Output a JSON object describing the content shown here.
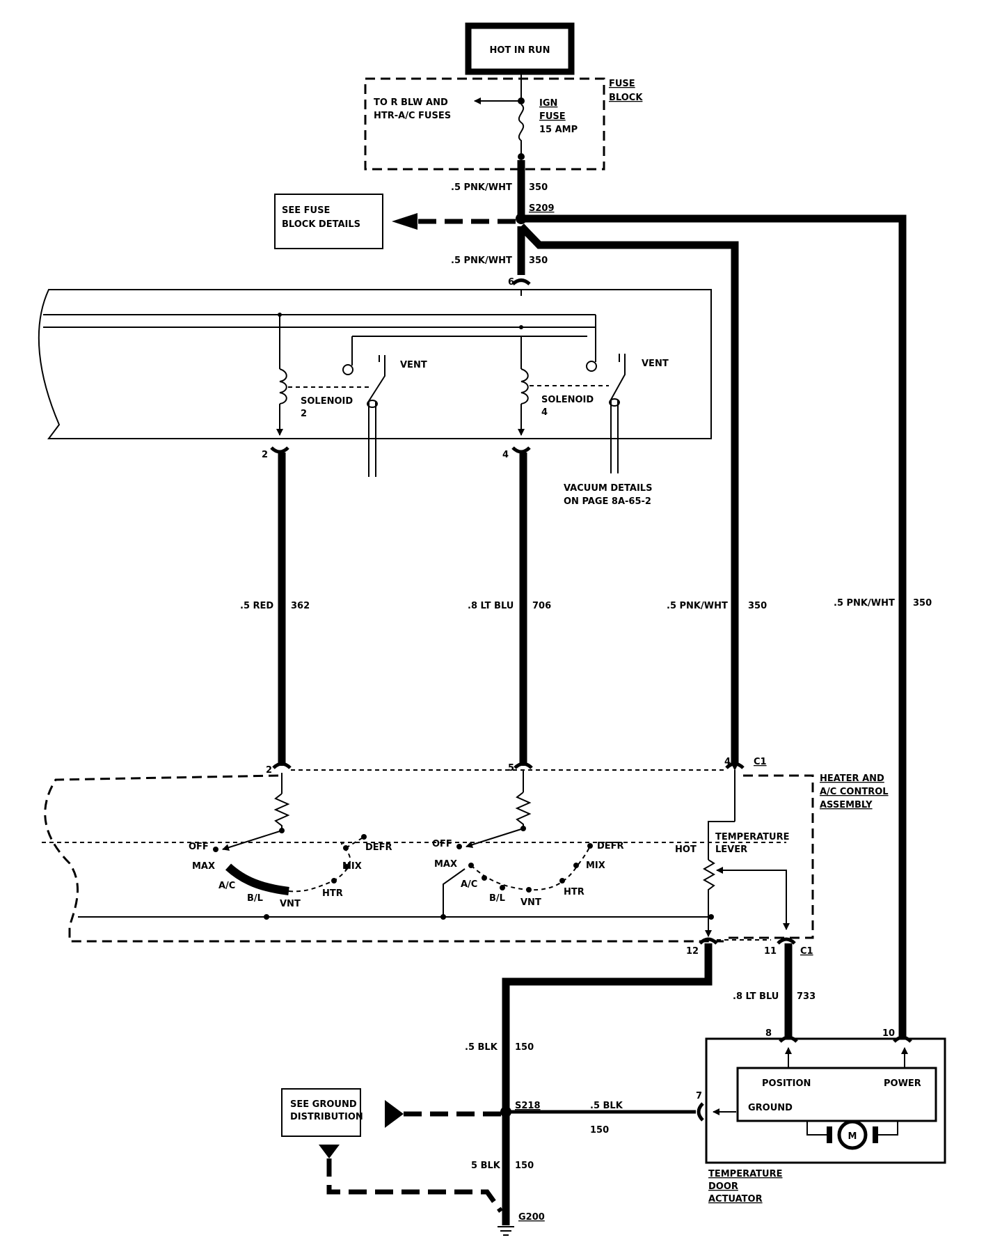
{
  "labels": {
    "hot_in_run": "HOT IN RUN",
    "fuse_block": [
      "FUSE",
      "BLOCK"
    ],
    "to_r_blw": [
      "TO R BLW AND",
      "HTR-A/C FUSES"
    ],
    "ign_fuse": [
      "IGN",
      "FUSE",
      "15 AMP"
    ],
    "see_fuse_block": [
      "SEE FUSE",
      "BLOCK DETAILS"
    ],
    "splice_s209": "S209",
    "splice_s218": "S218",
    "ground_g200": "G200",
    "solenoid2": [
      "SOLENOID",
      "2"
    ],
    "solenoid4": [
      "SOLENOID",
      "4"
    ],
    "vent": "VENT",
    "vacuum_details": [
      "VACUUM DETAILS",
      "ON PAGE 8A-65-2"
    ],
    "heater_assembly": [
      "HEATER AND",
      "A/C CONTROL",
      "ASSEMBLY"
    ],
    "temperature_lever": [
      "TEMPERATURE",
      "LEVER"
    ],
    "hot": "HOT",
    "c1": "C1",
    "see_ground": [
      "SEE GROUND",
      "DISTRIBUTION"
    ],
    "actuator": [
      "TEMPERATURE",
      "DOOR",
      "ACTUATOR"
    ],
    "position": "POSITION",
    "power": "POWER",
    "ground": "GROUND",
    "motor": "M"
  },
  "wires": {
    "pnk_top": ".5 PNK/WHT",
    "n350": "350",
    "pnk_mid": ".5 PNK/WHT",
    "red": ".5 RED",
    "n362": "362",
    "ltblu": ".8 LT BLU",
    "n706": "706",
    "pnk_c": ".5 PNK/WHT",
    "pnk_r": ".5 PNK/WHT",
    "ltblu733": ".8 LT BLU",
    "n733": "733",
    "blk150a": ".5 BLK",
    "n150": "150",
    "blk_h": ".5 BLK",
    "blk150c": "5 BLK"
  },
  "pins": {
    "p6": "6",
    "p2a": "2",
    "p4a": "4",
    "p2b": "2",
    "p5": "5",
    "p4b": "4",
    "p12": "12",
    "p11": "11",
    "p8": "8",
    "p10": "10",
    "p7": "7"
  },
  "switch_positions": {
    "off": "OFF",
    "max": "MAX",
    "ac": "A/C",
    "bl": "B/L",
    "vnt": "VNT",
    "htr": "HTR",
    "mix": "MIX",
    "defr": "DEFR"
  }
}
